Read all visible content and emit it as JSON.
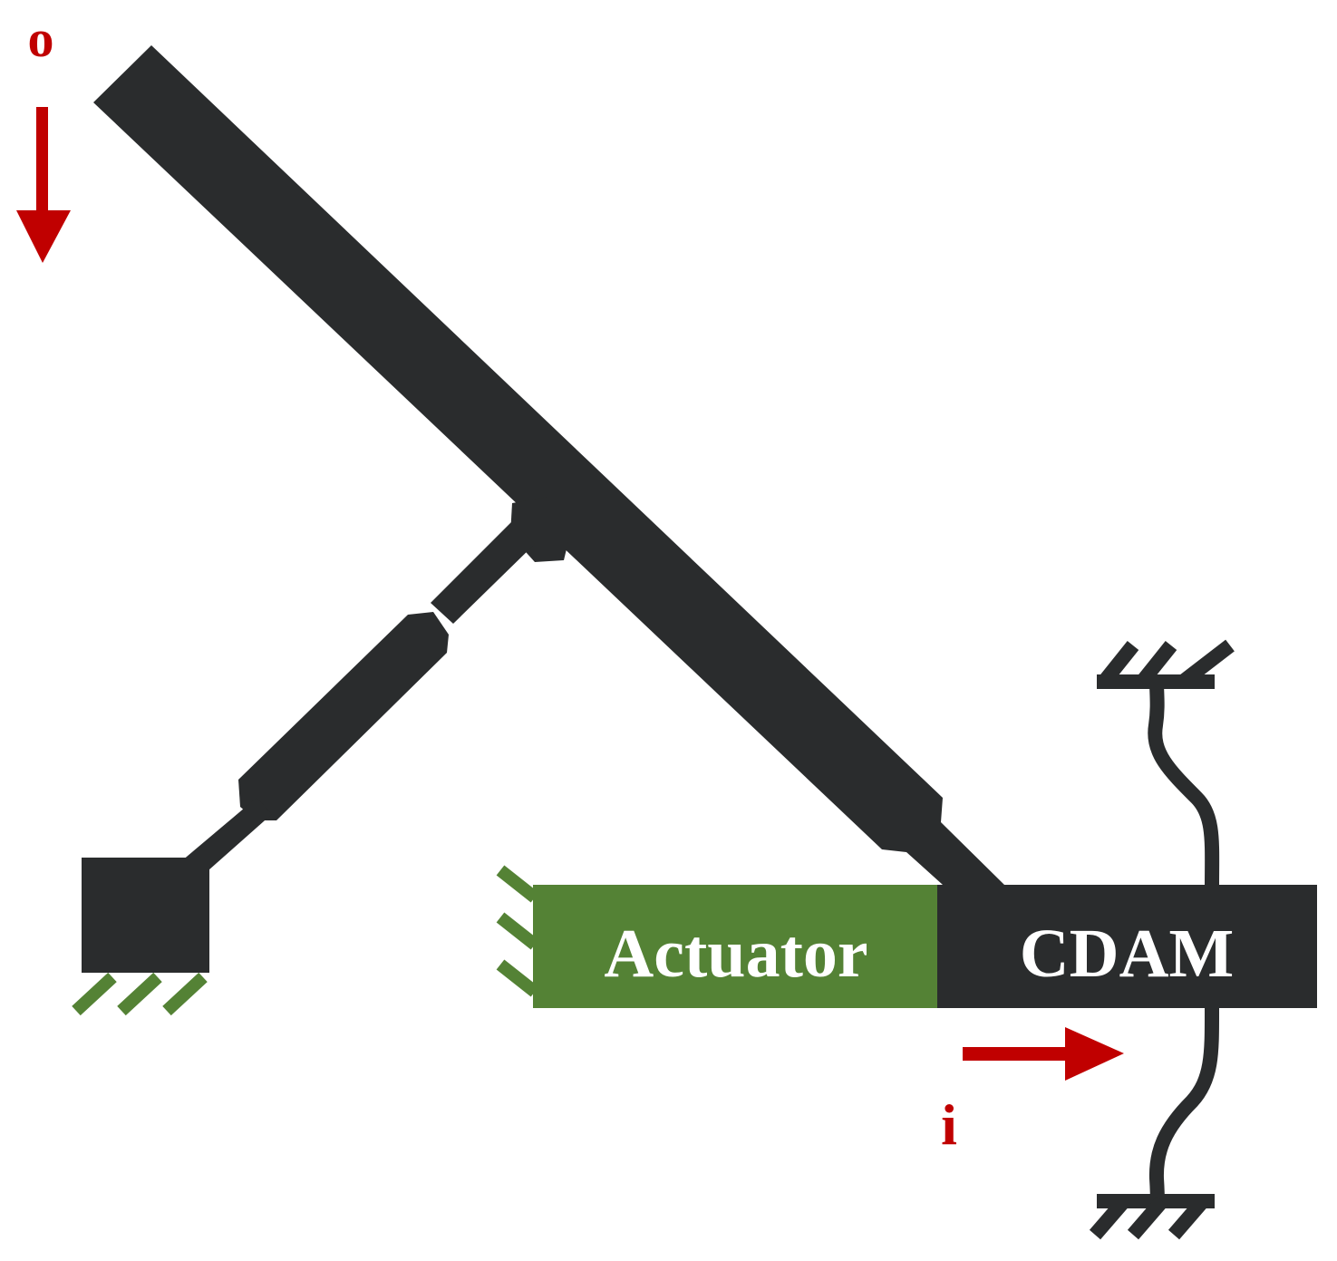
{
  "diagram": {
    "labels": {
      "output": "o",
      "input": "i",
      "actuator": "Actuator",
      "cdam": "CDAM"
    },
    "colors": {
      "mechanism": "#2a2c2d",
      "actuator": "#548235",
      "ground_hatch": "#548235",
      "arrow": "#c00000",
      "label_on_block": "#ffffff",
      "background": "#ffffff"
    }
  }
}
